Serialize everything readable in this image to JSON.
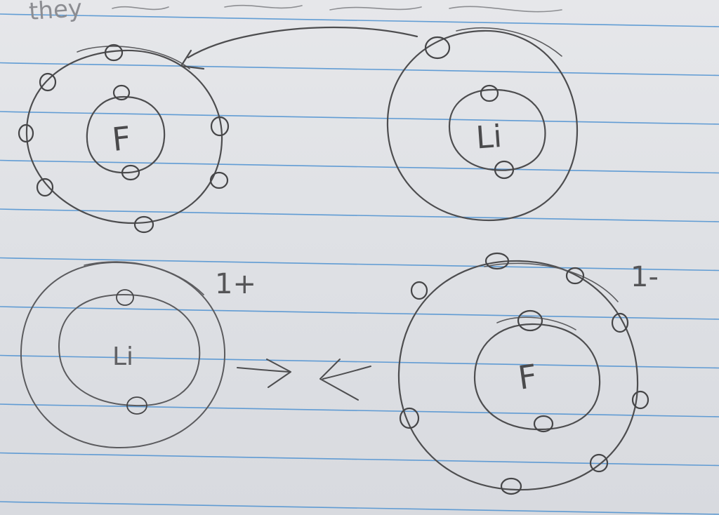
{
  "header_text": "they",
  "atoms": [
    {
      "id": "fluorine-atom",
      "symbol": "F",
      "inner_electrons": 2,
      "outer_electrons": 7,
      "charge": ""
    },
    {
      "id": "lithium-atom",
      "symbol": "Li",
      "inner_electrons": 2,
      "outer_electrons": 1,
      "charge": ""
    },
    {
      "id": "lithium-ion",
      "symbol": "Li",
      "inner_electrons": 2,
      "outer_electrons": 0,
      "charge": "1+"
    },
    {
      "id": "fluoride-ion",
      "symbol": "F",
      "inner_electrons": 2,
      "outer_electrons": 8,
      "charge": "1-"
    }
  ],
  "colors": {
    "paper": "#e4e5e8",
    "rule_line": "#4a8fd0",
    "pencil": "#4d4d4f"
  }
}
